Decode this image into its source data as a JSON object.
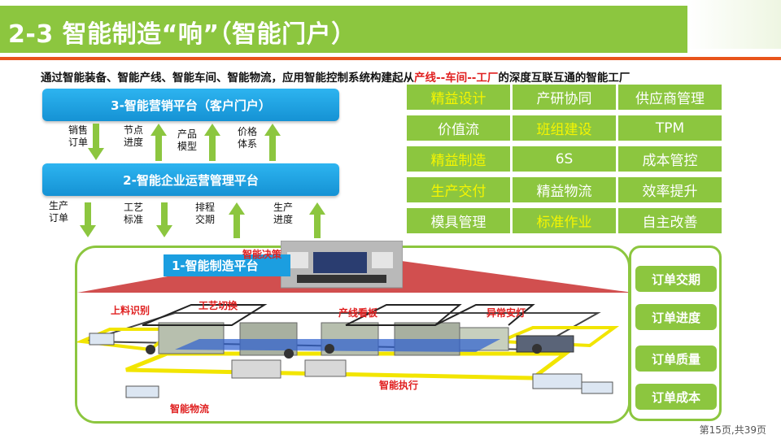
{
  "slide": {
    "title": "2-3 智能制造“响”（智能门户）",
    "subtitle_pre": "通过智能装备、智能产线、智能车间、智能物流，应用智能控制系统构建起从",
    "subtitle_hl": "产线--车间--工厂",
    "subtitle_post": "的深度互联互通的智能工厂",
    "page_number": "第15页,共39页"
  },
  "platforms": {
    "p3": "3-智能营销平台（客户门户）",
    "p2": "2-智能企业运营管理平台",
    "p1": "1-智能制造平台"
  },
  "flows_upper": [
    {
      "label": "销售\n订单",
      "dir": "down"
    },
    {
      "label": "节点\n进度",
      "dir": "up"
    },
    {
      "label": "产品\n模型",
      "dir": "up"
    },
    {
      "label": "价格\n体系",
      "dir": "up"
    }
  ],
  "flows_lower": [
    {
      "label": "生产\n订单",
      "dir": "down"
    },
    {
      "label": "工艺\n标准",
      "dir": "down"
    },
    {
      "label": "排程\n交期",
      "dir": "up"
    },
    {
      "label": "生产\n进度",
      "dir": "up"
    }
  ],
  "grid": [
    [
      "精益设计",
      "产研协同",
      "供应商管理"
    ],
    [
      "价值流",
      "班组建设",
      "TPM"
    ],
    [
      "精益制造",
      "6S",
      "成本管控"
    ],
    [
      "生产交付",
      "精益物流",
      "效率提升"
    ],
    [
      "模具管理",
      "标准作业",
      "自主改善"
    ]
  ],
  "grid_yellow": [
    [
      true,
      false,
      false
    ],
    [
      false,
      true,
      false
    ],
    [
      true,
      false,
      false
    ],
    [
      true,
      false,
      false
    ],
    [
      false,
      true,
      false
    ]
  ],
  "factory_labels": {
    "decision": "智能决策",
    "feed": "上料识别",
    "process": "工艺切换",
    "kanban": "产线看板",
    "andon": "异常安灯",
    "execute": "智能执行",
    "logistics": "智能物流"
  },
  "orders": [
    "订单交期",
    "订单进度",
    "订单质量",
    "订单成本"
  ],
  "colors": {
    "green": "#8cc63f",
    "orange": "#e8541c",
    "blue": "#1b9ee0",
    "red": "#e02020",
    "yellow": "#f5f500"
  }
}
